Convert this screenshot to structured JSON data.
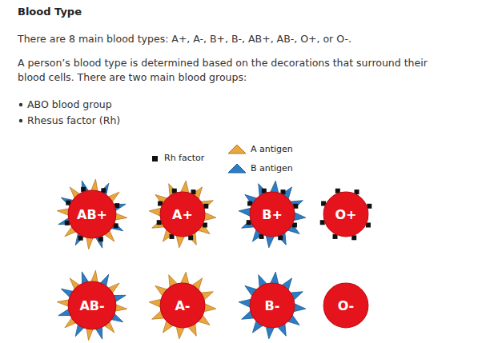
{
  "diagram": {
    "title": "Blood Type",
    "nodes": [
      {
        "text": [
          "AB+"
        ]
      },
      {
        "text": [
          "A+"
        ]
      },
      {
        "text": [
          "B+"
        ]
      },
      {
        "text": [
          "O+"
        ]
      },
      {
        "text": [
          "AB-"
        ]
      },
      {
        "text": [
          "A-"
        ]
      },
      {
        "text": [
          "B-"
        ]
      },
      {
        "text": [
          "O-"
        ]
      }
    ],
    "labels": [
      "There are 8 main blood types: A+, A-, B+, B-, AB+, AB-, O+, or O-.",
      "A person’s blood type is determined based on the decorations that surround their blood cells. There are two main blood groups:",
      "ABO blood group",
      "Rhesus factor (Rh)"
    ],
    "legend": [
      {
        "text": "Rh factor",
        "color": "#111111"
      },
      {
        "text": "A antigen"
      },
      {
        "text": "B antigen"
      }
    ]
  }
}
